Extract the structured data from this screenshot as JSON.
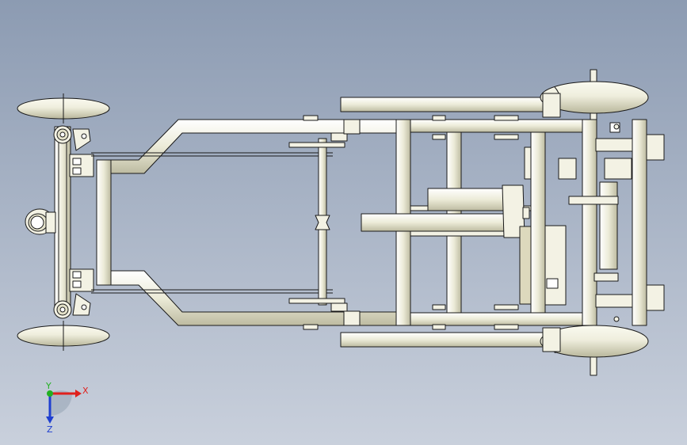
{
  "colors": {
    "background_top": "#8c9bb2",
    "background_bottom": "#c9d0dc",
    "part_fill": "#f3f2e4",
    "part_shade": "#d6d4bc",
    "edge": "#1a1a1a",
    "axis_x": "#e0201c",
    "axis_y": "#22b022",
    "axis_z": "#1f3fd0"
  },
  "triad": {
    "x_label": "X",
    "y_label": "Y",
    "z_label": "Z"
  }
}
